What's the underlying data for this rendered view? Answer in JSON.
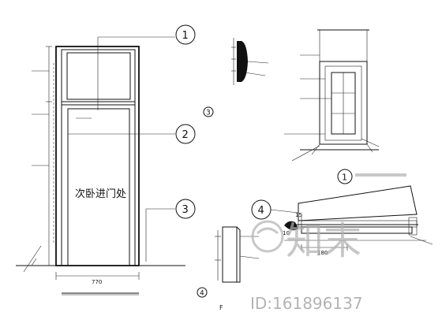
{
  "door_elevation": {
    "door_label": "次卧进门处",
    "width_dimension": "770",
    "callouts": [
      "1",
      "2",
      "3"
    ]
  },
  "section_details": {
    "bubble_3_number": "3",
    "bubble_1_number": "1",
    "bubble_4_small_number": "4",
    "bubble_4_large_number": "4",
    "f_label": "F"
  },
  "threshold_detail": {
    "dim_15": "15",
    "dim_10": "10",
    "dim_180": "180"
  },
  "watermark": {
    "logo_text": "知末",
    "id_text": "ID:161896137"
  }
}
